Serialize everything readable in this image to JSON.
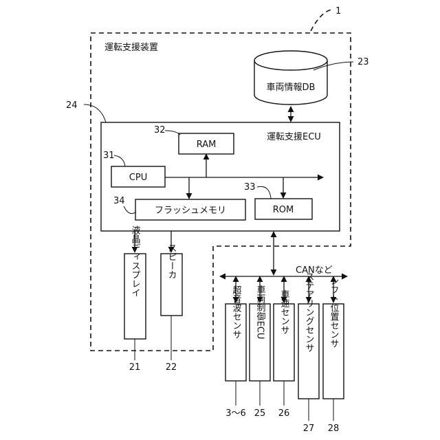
{
  "system_ref": "1",
  "assist_device": {
    "label": "運転支援装置"
  },
  "vehicle_db": {
    "label": "車両情報DB",
    "ref": "23"
  },
  "ecu": {
    "label": "運転支援ECU",
    "ref": "24"
  },
  "ram": {
    "label": "RAM",
    "ref": "32"
  },
  "cpu": {
    "label": "CPU",
    "ref": "31"
  },
  "rom": {
    "label": "ROM",
    "ref": "33"
  },
  "flash": {
    "label": "フラッシュメモリ",
    "ref": "34"
  },
  "bus": {
    "label": "CANなど"
  },
  "lcd": {
    "label": "液晶ディスプレイ",
    "ref": "21"
  },
  "speaker": {
    "label": "スピーカ",
    "ref": "22"
  },
  "sensors": [
    {
      "label": "超音波センサ",
      "ref": "3〜6"
    },
    {
      "label": "車両制御ECU",
      "ref": "25"
    },
    {
      "label": "車速センサ",
      "ref": "26"
    },
    {
      "label": "ステアリングセンサ",
      "ref": "27"
    },
    {
      "label": "シフト位置センサ",
      "ref": "28"
    }
  ]
}
